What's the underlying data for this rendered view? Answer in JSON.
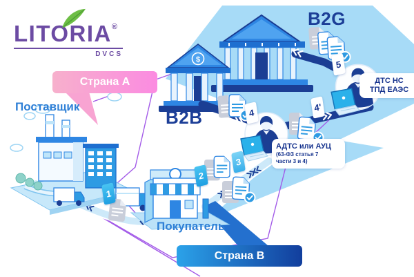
{
  "logo": {
    "brand": "LITORIA",
    "registered": "®",
    "product": "DVCS"
  },
  "countries": {
    "a": "Страна A",
    "b": "Страна B"
  },
  "segments": {
    "b2b": "B2B",
    "b2g": "B2G"
  },
  "actors": {
    "supplier": "Поставщик",
    "buyer": "Покупатель"
  },
  "services": {
    "dts_line1": "ДТС НС",
    "dts_line2": "ТПД ЕАЭС",
    "adts_title": "АДТС или АУЦ",
    "adts_sub1": "(63-ФЗ статья 7",
    "adts_sub2": "части 3 и 4)"
  },
  "steps": [
    {
      "label": "1"
    },
    {
      "label": "2"
    },
    {
      "label": "3"
    },
    {
      "label": "4"
    },
    {
      "label": "4'"
    },
    {
      "label": "5"
    }
  ],
  "icons": {
    "dollar_sign": "$"
  },
  "colors": {
    "brand_purple": "#6C4BA3",
    "leaf_green": "#6DBE45",
    "navy": "#1B3E94",
    "blue": "#2E86E3",
    "light_zone": "#A7DBF7",
    "road_blue": "#CDE9F9",
    "purple_border": "#A35BE8",
    "pink_bubble_start": "#F7B0CC",
    "pink_bubble_end": "#FB8BE1",
    "blue_bubble_start": "#2BA2E9",
    "blue_bubble_end": "#123E9D"
  }
}
